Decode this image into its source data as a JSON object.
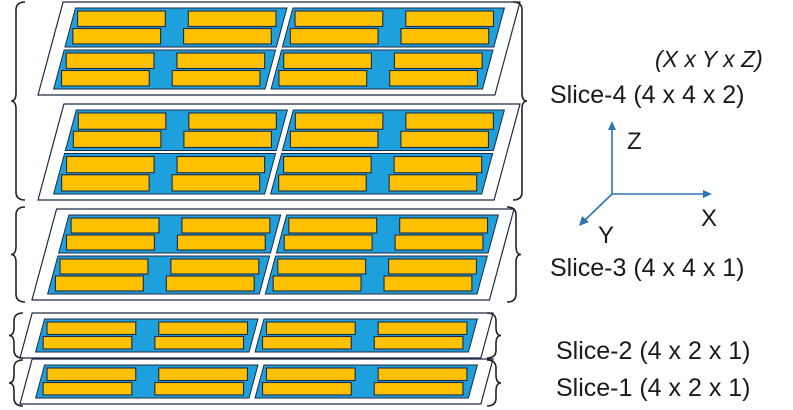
{
  "dims_label": "(X x Y x Z)",
  "slices": [
    {
      "label": "Slice-4 (4 x 4 x 2)",
      "layers": 2,
      "rows": 2
    },
    {
      "label": "Slice-3 (4 x 4 x 1)",
      "layers": 1,
      "rows": 2
    },
    {
      "label": "Slice-2 (4 x 2 x 1)",
      "layers": 1,
      "rows": 1
    },
    {
      "label": "Slice-1 (4 x 2 x 1)",
      "layers": 1,
      "rows": 1
    }
  ],
  "axes": {
    "z": "Z",
    "x": "X",
    "y": "Y"
  },
  "colors": {
    "chip": "#ffc000",
    "board": "#1ea0dc",
    "outline": "#1f2a44",
    "arrow": "#2e75b6",
    "brace": "#222222"
  }
}
